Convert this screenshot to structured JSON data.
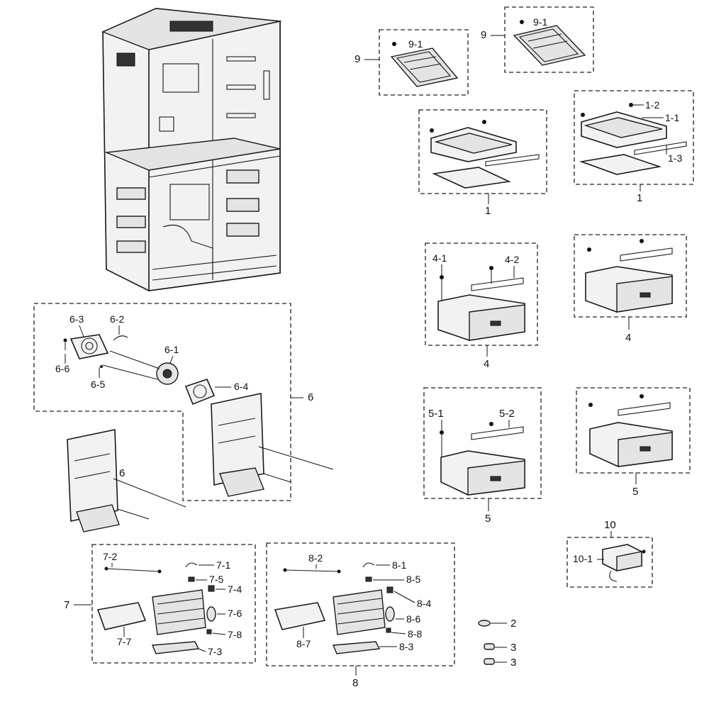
{
  "callouts": {
    "c1": "1",
    "c1_1": "1-1",
    "c1_2": "1-2",
    "c1_3": "1-3",
    "c2": "2",
    "c3": "3",
    "c4": "4",
    "c4_1": "4-1",
    "c4_2": "4-2",
    "c5": "5",
    "c5_1": "5-1",
    "c5_2": "5-2",
    "c6": "6",
    "c6_1": "6-1",
    "c6_2": "6-2",
    "c6_3": "6-3",
    "c6_4": "6-4",
    "c6_5": "6-5",
    "c6_6": "6-6",
    "c7": "7",
    "c7_1": "7-1",
    "c7_2": "7-2",
    "c7_3": "7-3",
    "c7_4": "7-4",
    "c7_5": "7-5",
    "c7_6": "7-6",
    "c7_7": "7-7",
    "c7_8": "7-8",
    "c8": "8",
    "c8_1": "8-1",
    "c8_2": "8-2",
    "c8_3": "8-3",
    "c8_4": "8-4",
    "c8_5": "8-5",
    "c8_6": "8-6",
    "c8_7": "8-7",
    "c8_8": "8-8",
    "c9": "9",
    "c9_1": "9-1",
    "c10": "10",
    "c10_1": "10-1"
  }
}
